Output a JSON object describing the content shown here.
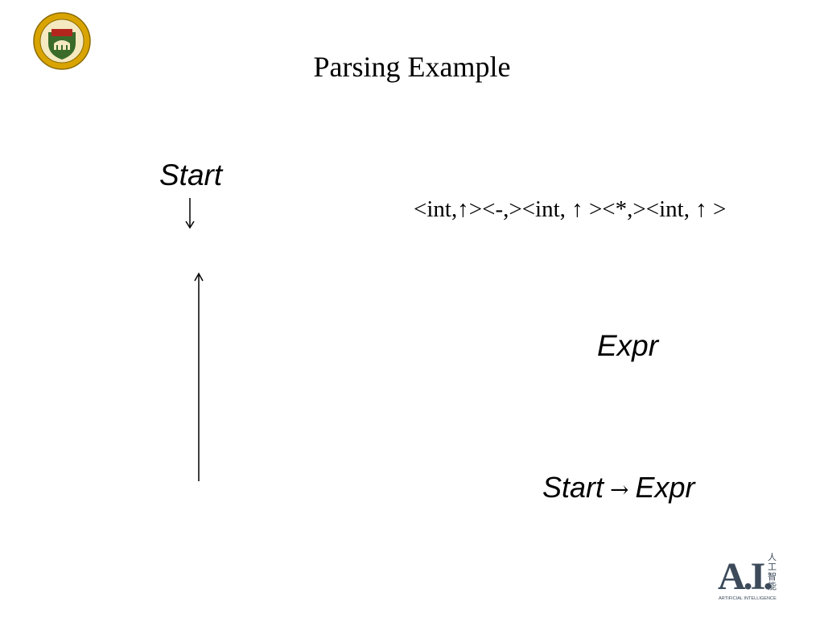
{
  "slide": {
    "title": "Parsing Example",
    "start_label": "Start",
    "expr_label": "Expr",
    "rule": {
      "lhs": "Start",
      "arrow": "→",
      "rhs": "Expr"
    },
    "tokens": [
      "<int,",
      "↑",
      "><-,><int,",
      " ↑ ",
      "><*,><int,",
      " ↑ ",
      ">"
    ]
  },
  "logos": {
    "university_seal": {
      "icon": "university-seal-icon",
      "colors": {
        "gold": "#d9a400",
        "green": "#3a6b2a",
        "red": "#b3261e"
      }
    },
    "ai_logo": {
      "icon": "ai-logo-icon",
      "text": "A.I.",
      "chinese": "人工智能",
      "subtitle": "ARTIFICIAL INTELLIGENCE",
      "color": "#3c4a5a"
    }
  },
  "arrows": {
    "down": "down-arrow-icon",
    "up": "up-arrow-icon"
  }
}
